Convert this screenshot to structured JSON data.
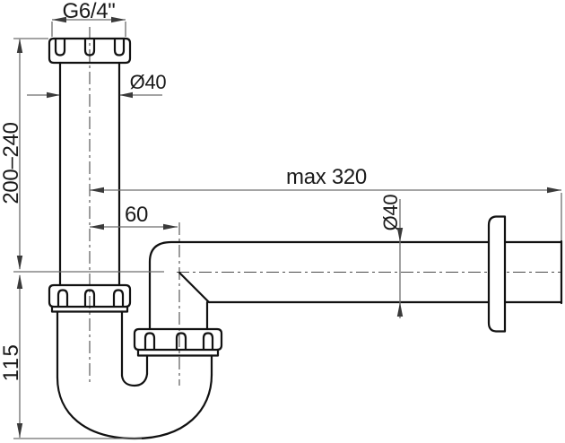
{
  "meta": {
    "title": "Sink trap technical drawing",
    "description": "Side-view dimensioned drawing of a P-trap siphon with union nuts and wall outlet pipe with flange"
  },
  "colors": {
    "background": "#ffffff",
    "outline": "#111111",
    "dimension": "#6e6e6e",
    "arrow": "#3a3a3a",
    "text": "#1a1a1a",
    "centerline": "#4a4a4a"
  },
  "labels": {
    "thread_size": "G6/4\"",
    "inlet_diameter": "Ø40",
    "adjustable_height": "200–240",
    "trap_depth": "115",
    "max_outlet_length": "max 320",
    "elbow_offset": "60",
    "outlet_diameter": "Ø40"
  }
}
